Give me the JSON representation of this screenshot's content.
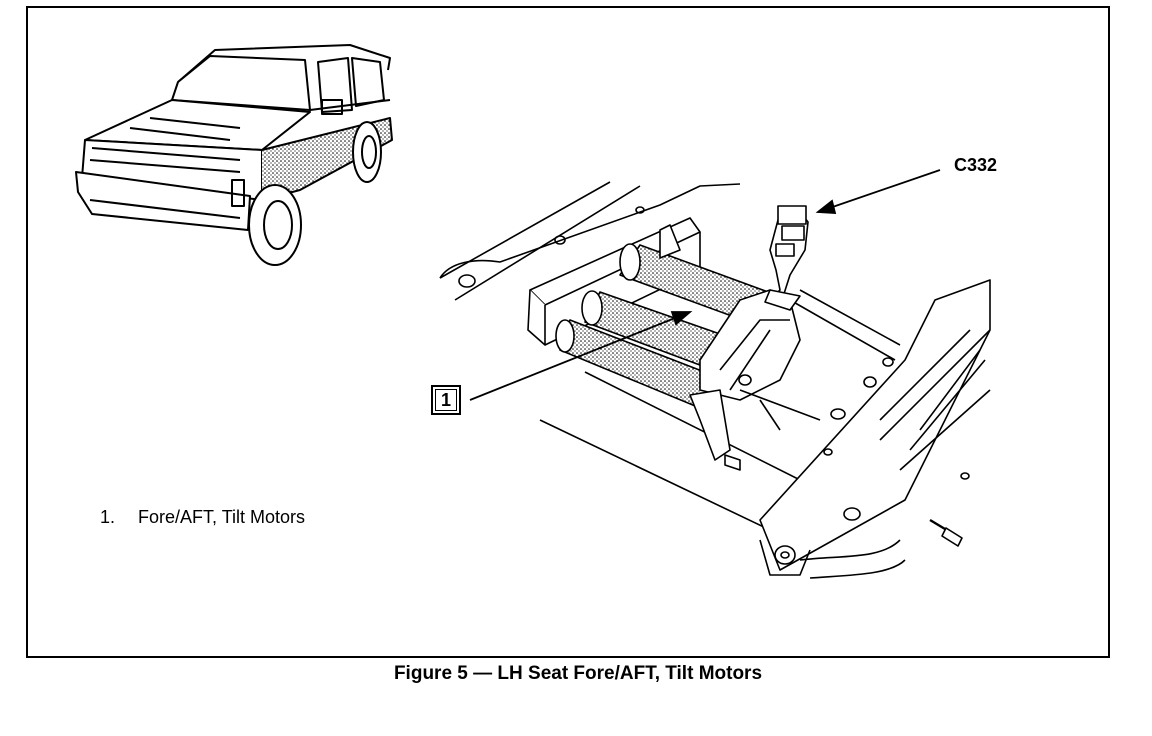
{
  "callouts": {
    "connector": "C332",
    "item_number": "1"
  },
  "legend": {
    "items": [
      {
        "number": "1.",
        "text": "Fore/AFT, Tilt Motors"
      }
    ]
  },
  "caption": "Figure 5 — LH Seat Fore/AFT,  Tilt Motors"
}
